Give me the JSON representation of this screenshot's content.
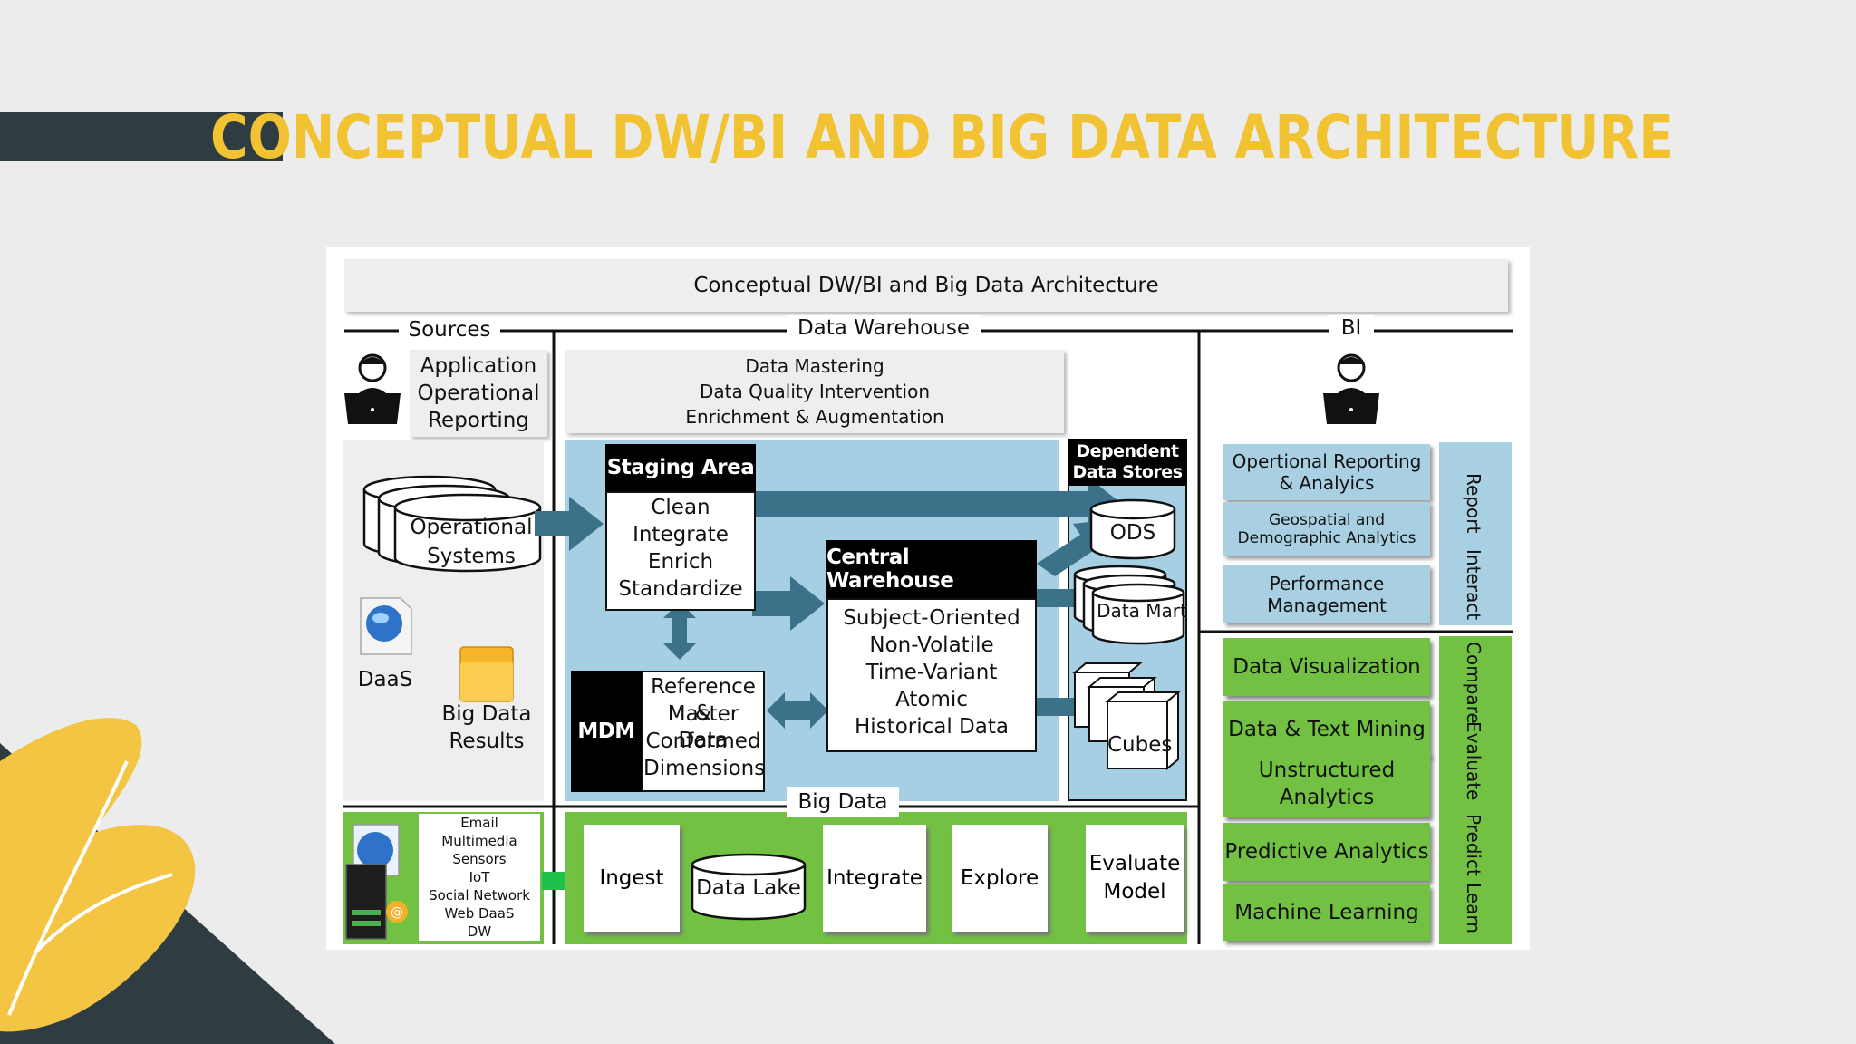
{
  "slide": {
    "title": "CONCEPTUAL DW/BI AND BIG DATA ARCHITECTURE"
  },
  "diagram": {
    "header": "Conceptual DW/BI and Big Data Architecture",
    "sections": {
      "sources": "Sources",
      "data_warehouse": "Data Warehouse",
      "bi": "BI",
      "big_data": "Big Data"
    },
    "sources": {
      "app_reporting": [
        "Application",
        "Operational",
        "Reporting"
      ],
      "operational_systems": [
        "Operational",
        "Systems"
      ],
      "daas": "DaaS",
      "big_data_results": [
        "Big Data",
        "Results"
      ],
      "big_data_sources": [
        "Email",
        "Multimedia",
        "Sensors",
        "IoT",
        "Social Network",
        "Web DaaS",
        "DW"
      ]
    },
    "warehouse": {
      "mastering": [
        "Data Mastering",
        "Data Quality Intervention",
        "Enrichment & Augmentation"
      ],
      "staging_title": "Staging Area",
      "staging_items": [
        "Clean",
        "Integrate",
        "Enrich",
        "Standardize"
      ],
      "central_title": "Central Warehouse",
      "central_items": [
        "Subject-Oriented",
        "Non-Volatile",
        "Time-Variant",
        "Atomic",
        "Historical Data"
      ],
      "mdm_label": "MDM",
      "mdm_items": [
        "Reference &",
        "Master Data",
        "Conformed",
        "Dimensions"
      ],
      "dependent_title": [
        "Dependent",
        "Data Stores"
      ],
      "ods": "ODS",
      "data_mart": "Data Mart",
      "cubes": "Cubes"
    },
    "big_data_pipeline": {
      "ingest": "Ingest",
      "data_lake": "Data Lake",
      "integrate": "Integrate",
      "explore": "Explore",
      "evaluate_model": [
        "Evaluate",
        "Model"
      ]
    },
    "bi": {
      "blue_items": [
        [
          "Opertional Reporting",
          "& Analyics"
        ],
        [
          "Geospatial and",
          "Demographic Analytics"
        ],
        [
          "Performance",
          "Management"
        ]
      ],
      "green_items": [
        [
          "Data Visualization"
        ],
        [
          "Data & Text Mining"
        ],
        [
          "Unstructured",
          "Analytics"
        ],
        [
          "Predictive Analytics"
        ],
        [
          "Machine Learning"
        ]
      ],
      "blue_side": [
        "Report",
        "Interact"
      ],
      "green_side": [
        "Compare",
        "Evaluate",
        "Predict",
        "Learn"
      ]
    },
    "colors": {
      "title_yellow": "#f1c232",
      "dark_slate": "#2f3c42",
      "light_blue": "#a9d0e2",
      "dw_blue": "#a7cfe3",
      "green": "#72c143",
      "arrow_blue": "#3b7189"
    }
  }
}
